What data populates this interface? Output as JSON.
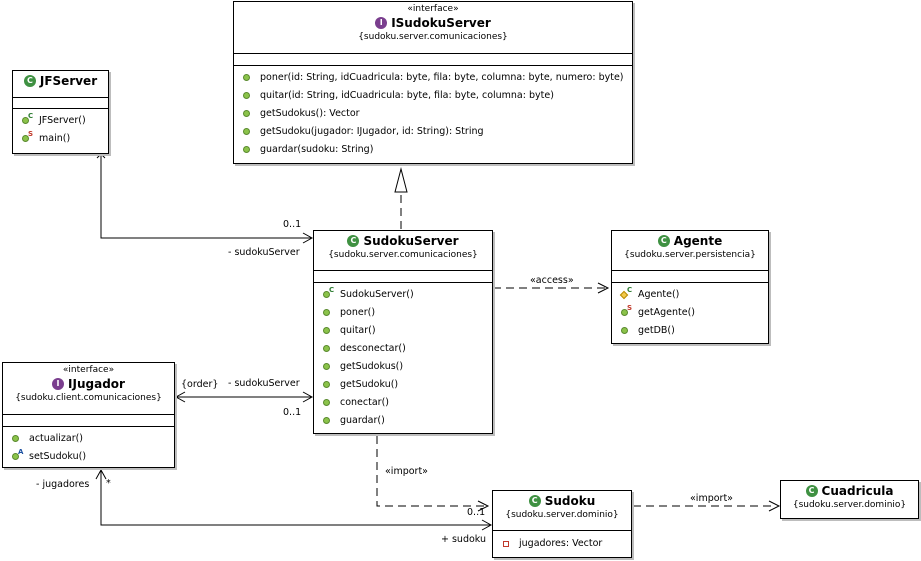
{
  "classes": {
    "isudokuserver": {
      "stereotype": "«interface»",
      "name": "ISudokuServer",
      "package": "{sudoku.server.comunicaciones}",
      "operations": [
        "poner(id: String, idCuadricula: byte, fila: byte, columna: byte, numero: byte)",
        "quitar(id: String, idCuadricula: byte, fila: byte, columna: byte)",
        "getSudokus(): Vector",
        "getSudoku(jugador: IJugador, id: String): String",
        "guardar(sudoku: String)"
      ]
    },
    "jfserver": {
      "name": "JFServer",
      "operations": [
        "JFServer()",
        "main()"
      ]
    },
    "sudokuserver": {
      "name": "SudokuServer",
      "package": "{sudoku.server.comunicaciones}",
      "operations": [
        "SudokuServer()",
        "poner()",
        "quitar()",
        "desconectar()",
        "getSudokus()",
        "getSudoku()",
        "conectar()",
        "guardar()"
      ]
    },
    "agente": {
      "name": "Agente",
      "package": "{sudoku.server.persistencia}",
      "operations": [
        "Agente()",
        "getAgente()",
        "getDB()"
      ]
    },
    "ijugador": {
      "stereotype": "«interface»",
      "name": "IJugador",
      "package": "{sudoku.client.comunicaciones}",
      "operations": [
        "actualizar()",
        "setSudoku()"
      ]
    },
    "sudoku": {
      "name": "Sudoku",
      "package": "{sudoku.server.dominio}",
      "attributes": [
        "jugadores: Vector"
      ]
    },
    "cuadricula": {
      "name": "Cuadricula",
      "package": "{sudoku.server.dominio}"
    }
  },
  "relations": {
    "access": "«access»",
    "import_server": "«import»",
    "import_sudoku": "«import»",
    "jf_mult": "0..1",
    "jf_role": "- sudokuServer",
    "ij_order": "{order}",
    "ij_role": "- sudokuServer",
    "ij_mult": "0..1",
    "jugadores_role": "- jugadores",
    "jugadores_mult": "*",
    "sudoku_mult": "0..1",
    "sudoku_role": "+ sudoku"
  },
  "icons": {
    "class_badge": "C",
    "interface_badge": "I",
    "static_marker": "S",
    "constructor_marker": "C",
    "abstract_marker": "A"
  }
}
